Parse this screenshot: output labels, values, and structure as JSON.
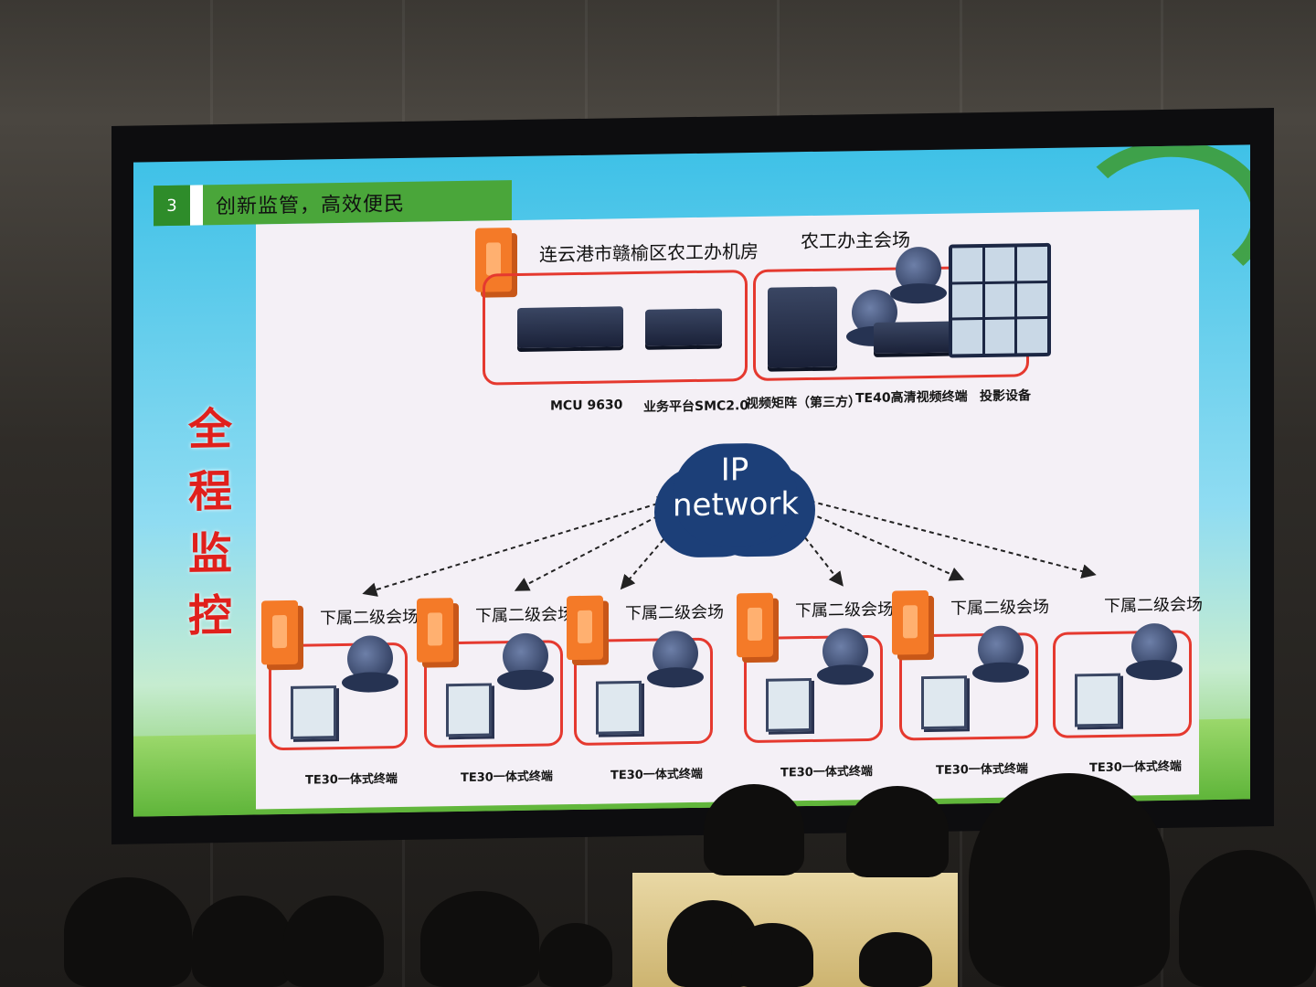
{
  "slide": {
    "number": "3",
    "title": "创新监管，高效便民",
    "vertical_title": "全程监控"
  },
  "top": {
    "machine_room_label": "连云港市赣榆区农工办机房",
    "main_venue_label": "农工办主会场",
    "devices": [
      "MCU 9630",
      "业务平台SMC2.0",
      "视频矩阵（第三方）",
      "TE40高清视频终端",
      "投影设备"
    ]
  },
  "network": {
    "line1": "IP",
    "line2": "network"
  },
  "sub_venues": [
    {
      "label": "下属二级会场",
      "terminal": "TE30一体式终端"
    },
    {
      "label": "下属二级会场",
      "terminal": "TE30一体式终端"
    },
    {
      "label": "下属二级会场",
      "terminal": "TE30一体式终端"
    },
    {
      "label": "下属二级会场",
      "terminal": "TE30一体式终端"
    },
    {
      "label": "下属二级会场",
      "terminal": "TE30一体式终端"
    },
    {
      "label": "下属二级会场",
      "terminal": "TE30一体式终端"
    }
  ],
  "colors": {
    "frame": "#e5392f",
    "cloud": "#1c3f78",
    "title_bar": "#4aa63a",
    "vertical_title": "#e0201c"
  }
}
